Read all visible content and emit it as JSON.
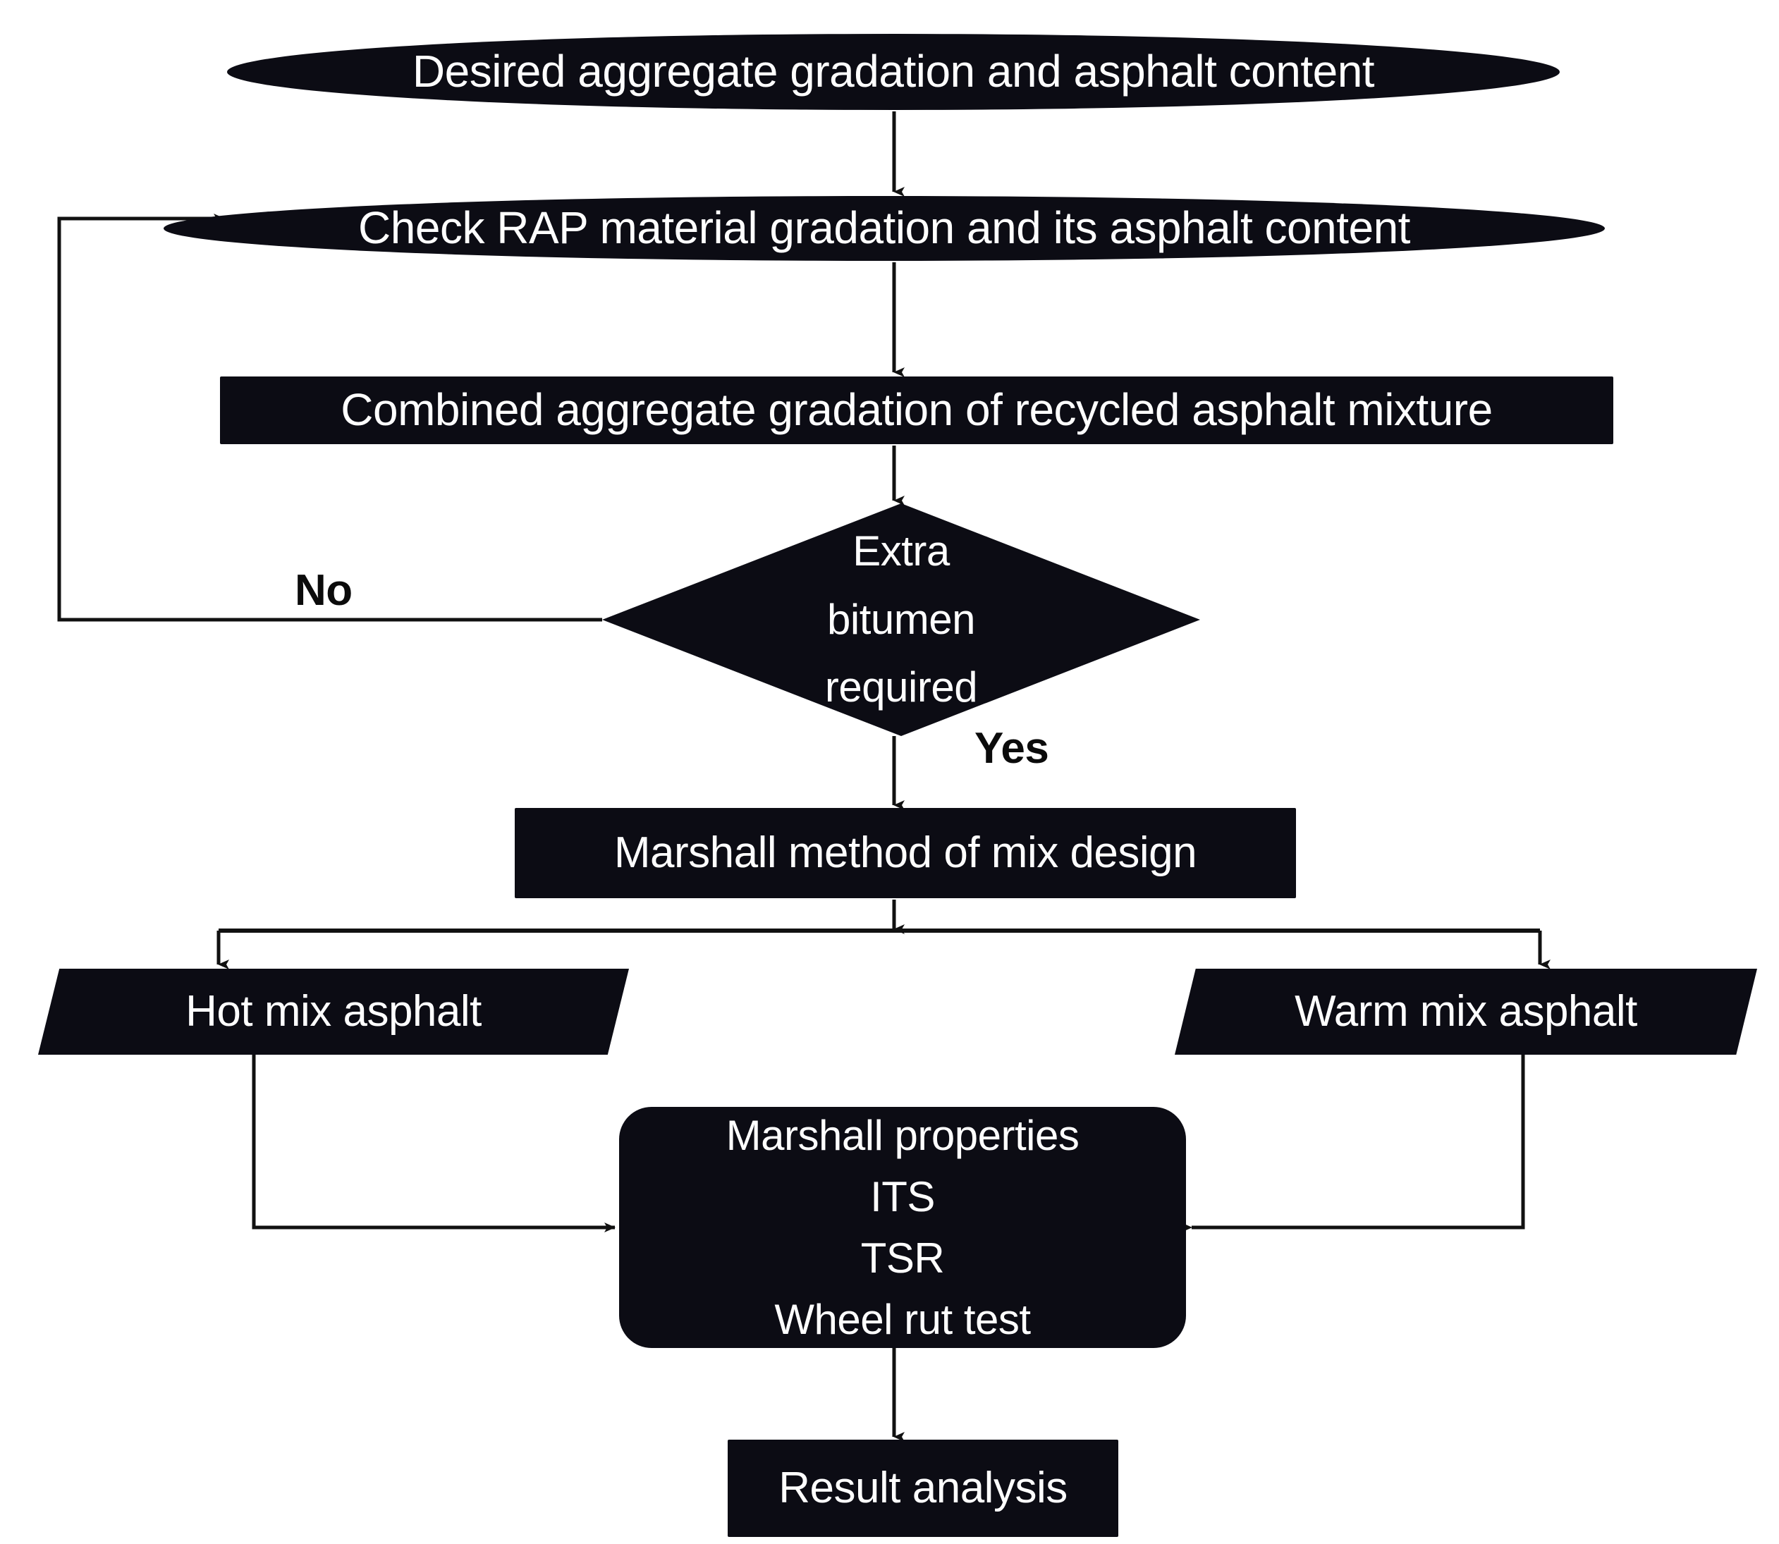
{
  "diagram": {
    "title": "Recycled asphalt mixture design flowchart",
    "background_color": "#ffffff",
    "node_fill_color": "#0c0c14",
    "node_text_color": "#ffffff",
    "edge_color": "#111111"
  },
  "nodes": {
    "desired": {
      "label": "Desired aggregate gradation and asphalt content",
      "shape": "ellipse"
    },
    "check_rap": {
      "label": "Check RAP material gradation and its asphalt content",
      "shape": "ellipse"
    },
    "combined": {
      "label": "Combined aggregate gradation of recycled asphalt mixture",
      "shape": "rectangle"
    },
    "decision": {
      "shape": "diamond",
      "line1": "Extra",
      "line2": "bitumen",
      "line3": "required"
    },
    "marshall_method": {
      "label": "Marshall method of mix design",
      "shape": "rectangle"
    },
    "hot_mix": {
      "label": "Hot mix asphalt",
      "shape": "parallelogram"
    },
    "warm_mix": {
      "label": "Warm mix asphalt",
      "shape": "parallelogram"
    },
    "tests": {
      "shape": "rounded-rectangle",
      "line1": "Marshall properties",
      "line2": "ITS",
      "line3": "TSR",
      "line4": "Wheel rut test"
    },
    "result": {
      "label": "Result analysis",
      "shape": "rectangle"
    }
  },
  "edge_labels": {
    "no": "No",
    "yes": "Yes"
  }
}
